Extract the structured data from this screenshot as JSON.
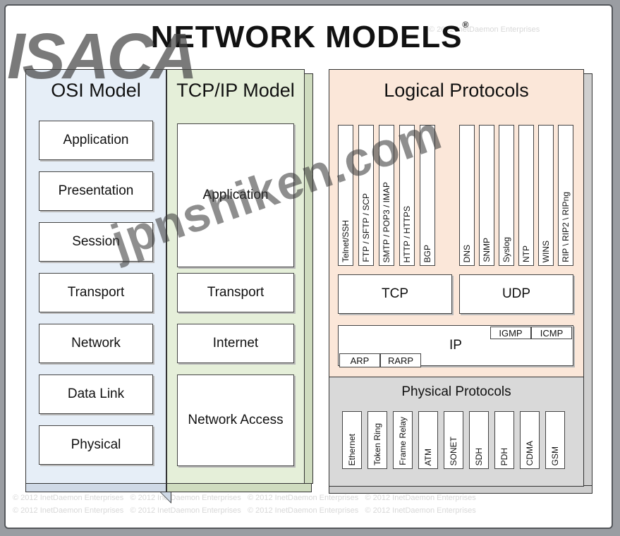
{
  "title": "NETWORK MODELS",
  "registered_mark": "®",
  "logo_text": "ISACA",
  "watermark_text": "jpnshiken.com",
  "copyright_text": "© 2012 InetDaemon Enterprises",
  "osi": {
    "title": "OSI Model",
    "layers": [
      "Application",
      "Presentation",
      "Session",
      "Transport",
      "Network",
      "Data Link",
      "Physical"
    ]
  },
  "tcpip": {
    "title": "TCP/IP Model",
    "layers": [
      "Application",
      "Transport",
      "Internet",
      "Network Access"
    ]
  },
  "logical": {
    "title": "Logical Protocols",
    "tcp_apps": [
      "Telnet/SSH",
      "FTP / SFTP / SCP",
      "SMTP / POP3 / IMAP",
      "HTTP / HTTPS",
      "BGP"
    ],
    "udp_apps": [
      "DNS",
      "SNMP",
      "Syslog",
      "NTP",
      "WINS",
      "RIP \\ RIP2 \\ RIPng"
    ],
    "tcp": "TCP",
    "udp": "UDP",
    "ip": "IP",
    "igmp": "IGMP",
    "icmp": "ICMP",
    "arp": "ARP",
    "rarp": "RARP"
  },
  "physical": {
    "title": "Physical Protocols",
    "items": [
      "Ethernet",
      "Token Ring",
      "Frame Relay",
      "ATM",
      "SONET",
      "SDH",
      "PDH",
      "CDMA",
      "GSM"
    ]
  },
  "colors": {
    "osi_bg": "#e6eef7",
    "tcpip_bg": "#e5efd9",
    "logical_bg": "#fbe7d9",
    "physical_bg": "#d9d9d9"
  }
}
